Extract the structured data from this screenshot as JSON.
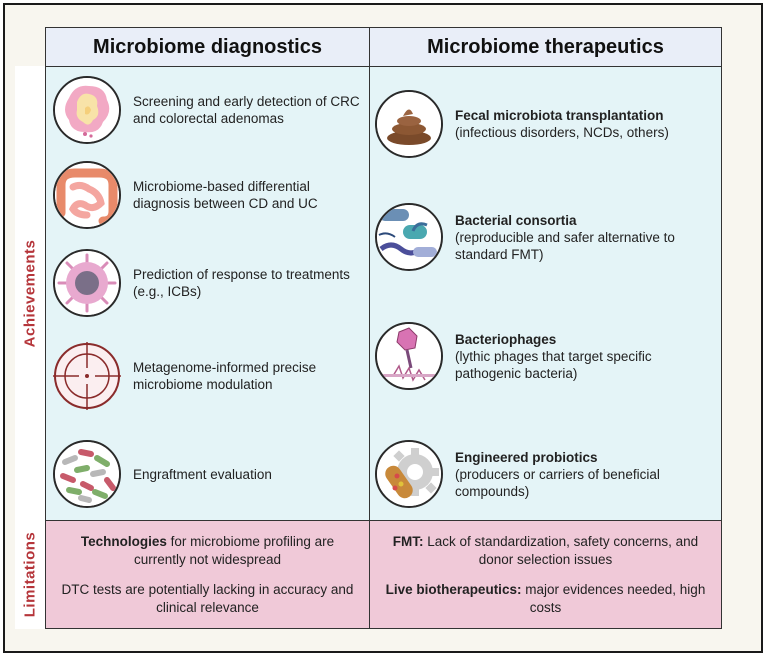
{
  "columns": {
    "diagnostics": "Microbiome diagnostics",
    "therapeutics": "Microbiome therapeutics"
  },
  "row_labels": {
    "achievements": "Achievements",
    "limitations": "Limitations"
  },
  "diagnostics": [
    {
      "text": "Screening and early detection of CRC and colorectal adenomas",
      "icon": "colon-tissue-icon"
    },
    {
      "text": "Microbiome-based differential diagnosis between CD and UC",
      "icon": "intestine-icon"
    },
    {
      "text": "Prediction of response to treatments (e.g., ICBs)",
      "icon": "tumor-cell-icon"
    },
    {
      "text": "Metagenome-informed precise microbiome modulation",
      "icon": "crosshair-target-icon"
    },
    {
      "text": "Engraftment evaluation",
      "icon": "bacteria-colony-icon"
    }
  ],
  "therapeutics": [
    {
      "title": "Fecal microbiota transplantation",
      "desc": "(infectious disorders, NCDs, others)",
      "icon": "stool-icon"
    },
    {
      "title": "Bacterial consortia",
      "desc": "(reproducible and safer alternative to standard FMT)",
      "icon": "bacteria-consortium-icon"
    },
    {
      "title": "Bacteriophages",
      "desc": "(lythic phages that target specific pathogenic bacteria)",
      "icon": "bacteriophage-icon"
    },
    {
      "title": "Engineered probiotics",
      "desc": "(producers or carriers of beneficial compounds)",
      "icon": "engineered-bacterium-gear-icon"
    }
  ],
  "limitations": {
    "diagnostics": [
      {
        "bold": "Technologies",
        "text": " for microbiome profiling are currently not widespread"
      },
      {
        "bold": "",
        "text": "DTC tests are potentially lacking in accuracy and clinical relevance"
      }
    ],
    "therapeutics": [
      {
        "bold": "FMT:",
        "text": " Lack of standardization, safety concerns, and donor selection issues"
      },
      {
        "bold": "Live biotherapeutics:",
        "text": " major evidences needed, high costs"
      }
    ]
  },
  "colors": {
    "achievements_bg": "#e4f4f7",
    "limitations_bg": "#f0c9d8",
    "header_bg": "#e9eef8",
    "row_label": "#b5353a"
  }
}
